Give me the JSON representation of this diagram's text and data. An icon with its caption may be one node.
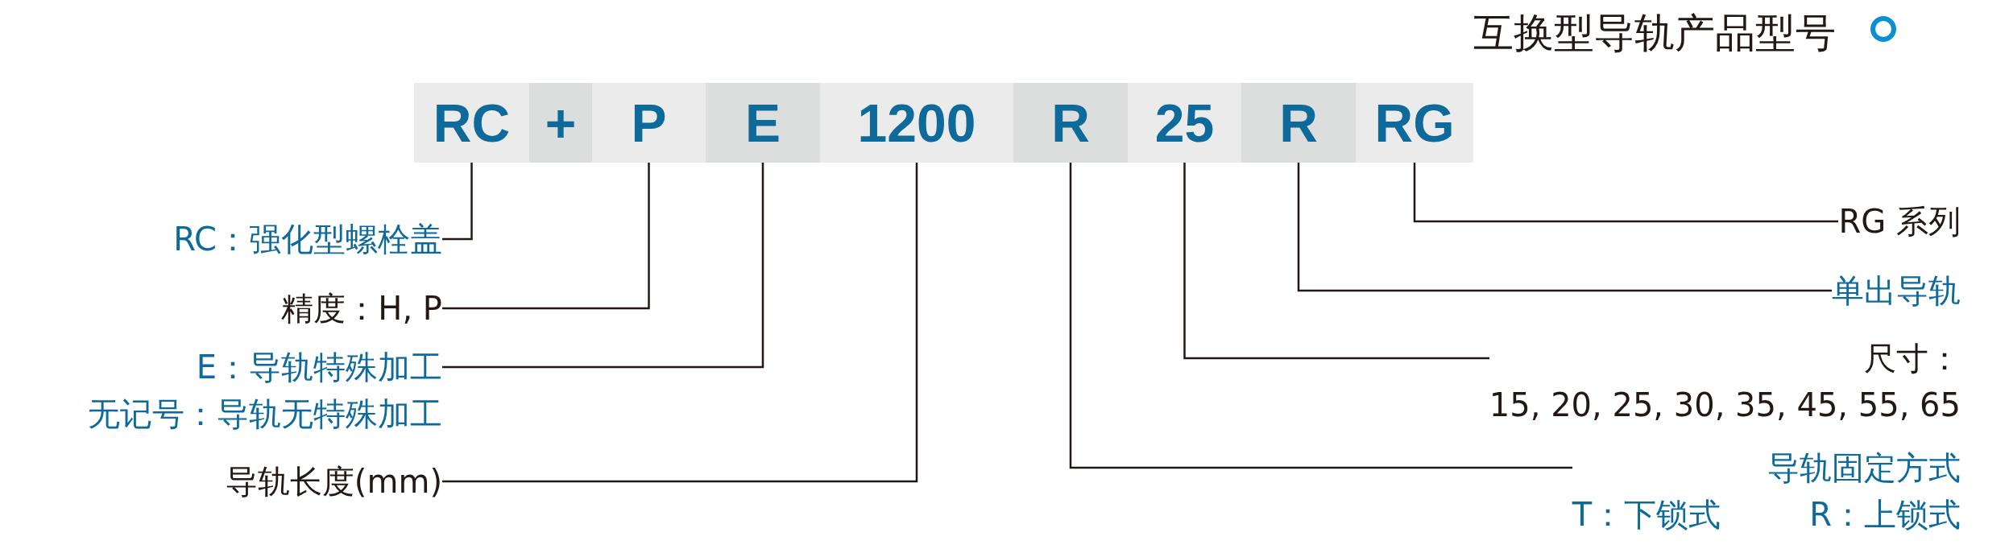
{
  "diagram": {
    "title": "互换型导轨产品型号",
    "nodes": [
      {
        "text": [
          "RG"
        ]
      },
      {
        "text": [
          "R"
        ]
      },
      {
        "text": [
          "25"
        ]
      },
      {
        "text": [
          "R"
        ]
      },
      {
        "text": [
          "1200"
        ]
      },
      {
        "text": [
          "E"
        ]
      },
      {
        "text": [
          "P"
        ]
      },
      {
        "text": [
          "+"
        ]
      },
      {
        "text": [
          "RC"
        ]
      },
      {
        "text": [
          "RG 系列"
        ]
      },
      {
        "text": [
          "单出导轨"
        ]
      },
      {
        "text": [
          "尺寸：",
          "15, 20, 25, 30, 35, 45, 55, 65"
        ]
      },
      {
        "text": [
          "导轨固定方式",
          "T：下锁式",
          "R：上锁式"
        ]
      },
      {
        "text": [
          "导轨长度(mm)"
        ]
      },
      {
        "text": [
          "E：导轨特殊加工",
          "无记号：导轨无特殊加工"
        ]
      },
      {
        "text": [
          "精度：H, P"
        ]
      },
      {
        "text": [
          "RC：强化型螺栓盖"
        ]
      }
    ],
    "edges": [
      {
        "from": 0,
        "to": 9,
        "arrow": "none"
      },
      {
        "from": 1,
        "to": 10,
        "arrow": "none"
      },
      {
        "from": 2,
        "to": 11,
        "arrow": "none"
      },
      {
        "from": 3,
        "to": 12,
        "arrow": "none"
      },
      {
        "from": 4,
        "to": 13,
        "arrow": "none"
      },
      {
        "from": 5,
        "to": 14,
        "arrow": "none"
      },
      {
        "from": 6,
        "to": 15,
        "arrow": "none"
      },
      {
        "from": 8,
        "to": 16,
        "arrow": "none"
      }
    ]
  }
}
